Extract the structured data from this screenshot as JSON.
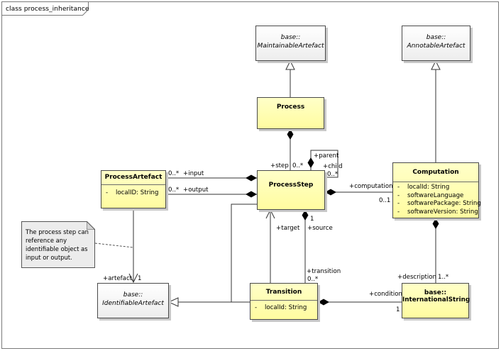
{
  "diagram": {
    "title": "class process_inheritance",
    "classes": {
      "maintainable": {
        "stereo": "base::",
        "name": "MaintainableArtefact"
      },
      "annotable": {
        "stereo": "base::",
        "name": "AnnotableArtefact"
      },
      "process": {
        "name": "Process"
      },
      "process_artefact": {
        "name": "ProcessArtefact",
        "attrs": [
          {
            "vis": "-",
            "text": "localID: String"
          }
        ]
      },
      "process_step": {
        "name": "ProcessStep"
      },
      "computation": {
        "name": "Computation",
        "attrs": [
          {
            "vis": "-",
            "text": "localId: String"
          },
          {
            "vis": "-",
            "text": "softwareLanguage"
          },
          {
            "vis": "-",
            "text": "softwarePackage: String"
          },
          {
            "vis": "-",
            "text": "softwareVersion: String"
          }
        ]
      },
      "identifiable": {
        "stereo": "base::",
        "name": "IdentifiableArtefact"
      },
      "transition": {
        "name": "Transition",
        "attrs": [
          {
            "vis": "-",
            "text": "localId: String"
          }
        ]
      },
      "intl_string": {
        "stereo": "base::",
        "name": "InternationalString"
      }
    },
    "labels": {
      "step": "+step",
      "step_mult": "0..*",
      "parent": "+parent",
      "child": "+child",
      "child_mult": "0..*",
      "input": "+input",
      "input_mult": "0..*",
      "output": "+output",
      "output_mult": "0..*",
      "computation": "+computation",
      "computation_mult": "0..1",
      "target": "+target",
      "source_mult": "1",
      "source": "+source",
      "transition": "+transition",
      "transition_mult": "0..*",
      "artefact": "+artefact",
      "artefact_mult": "1",
      "description": "+description",
      "description_mult": "1..*",
      "condition": "+condition",
      "condition_mult": "1"
    },
    "note": "The process step can reference any identifiable object as input or output."
  }
}
